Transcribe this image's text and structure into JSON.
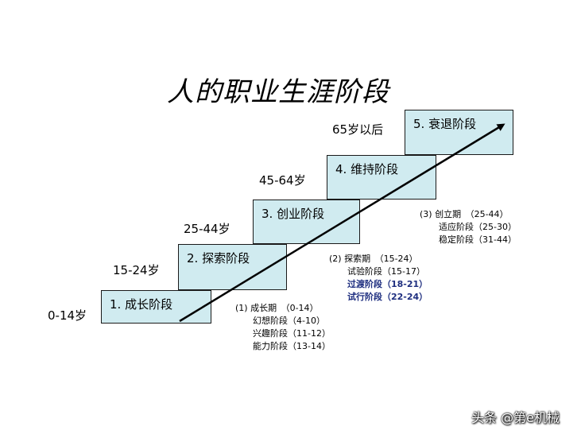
{
  "title": "人的职业生涯阶段",
  "stages": [
    {
      "label": "1. 成长阶段",
      "age": "0-14岁"
    },
    {
      "label": "2. 探索阶段",
      "age": "15-24岁"
    },
    {
      "label": "3. 创业阶段",
      "age": "25-44岁"
    },
    {
      "label": "4. 维持阶段",
      "age": "45-64岁"
    },
    {
      "label": "5. 衰退阶段",
      "age": "65岁以后"
    }
  ],
  "notes": {
    "growth": {
      "header": "(1) 成长期　（0-14）",
      "items": [
        "幻想阶段（4-10）",
        "兴趣阶段（11-12）",
        "能力阶段（13-14）"
      ]
    },
    "exploration": {
      "header": "(2) 探索期　（15-24）",
      "items": [
        "试验阶段（15-17）",
        "过渡阶段（18-21）",
        "试行阶段（22-24）"
      ]
    },
    "establishment": {
      "header": "(3) 创立期　（25-44）",
      "items": [
        "适应阶段（25-30）",
        "稳定阶段（31-44）"
      ]
    }
  },
  "colors": {
    "step_fill": "#d0ebf0",
    "step_border": "#1a1a1a",
    "arrow": "#000000",
    "highlight_text": "#1f2f80"
  },
  "watermark": "头条 @第e机械"
}
